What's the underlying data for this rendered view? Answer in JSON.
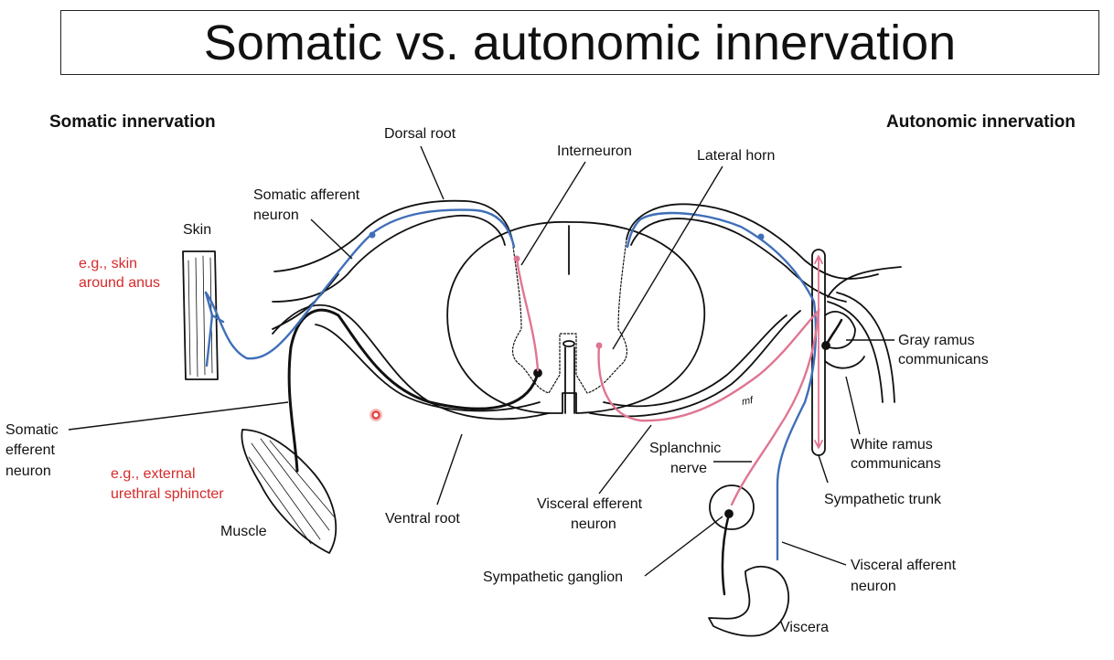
{
  "title": "Somatic vs. autonomic innervation",
  "headers": {
    "left": "Somatic innervation",
    "right": "Autonomic innervation"
  },
  "labels": {
    "dorsal_root": "Dorsal root",
    "interneuron": "Interneuron",
    "lateral_horn": "Lateral horn",
    "somatic_afferent_1": "Somatic afferent",
    "somatic_afferent_2": "neuron",
    "skin": "Skin",
    "skin_example_1": "e.g., skin",
    "skin_example_2": "around anus",
    "somatic_efferent_1": "Somatic",
    "somatic_efferent_2": "efferent",
    "somatic_efferent_3": "neuron",
    "muscle_example_1": "e.g., external",
    "muscle_example_2": "urethral sphincter",
    "muscle": "Muscle",
    "ventral_root": "Ventral root",
    "visceral_efferent_1": "Visceral efferent",
    "visceral_efferent_2": "neuron",
    "splanchnic_1": "Splanchnic",
    "splanchnic_2": "nerve",
    "gray_ramus_1": "Gray ramus",
    "gray_ramus_2": "communicans",
    "white_ramus_1": "White ramus",
    "white_ramus_2": "communicans",
    "sympathetic_trunk": "Sympathetic trunk",
    "sympathetic_ganglion": "Sympathetic ganglion",
    "visceral_afferent_1": "Visceral afferent",
    "visceral_afferent_2": "neuron",
    "viscera": "Viscera",
    "artist_signature": "mf"
  },
  "colors": {
    "afferent": "#3f6fb8",
    "efferent_visceral": "#e07592",
    "outline": "#111111",
    "example_text": "#d62a2a"
  }
}
